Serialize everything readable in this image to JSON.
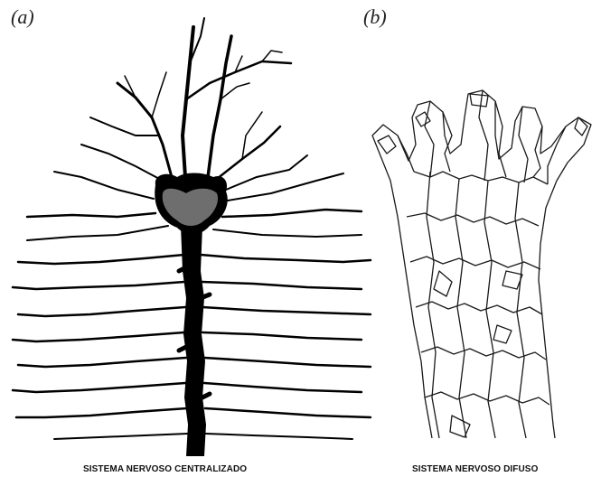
{
  "figure": {
    "panel_a": {
      "letter": "(a)",
      "caption": "SISTEMA NERVOSO CENTRALIZADO",
      "colors": {
        "nerve": "#000000",
        "ganglion": "#6e6e6e"
      }
    },
    "panel_b": {
      "letter": "(b)",
      "caption": "SISTEMA NERVOSO DIFUSO",
      "colors": {
        "net": "#1a1a1a"
      }
    }
  }
}
